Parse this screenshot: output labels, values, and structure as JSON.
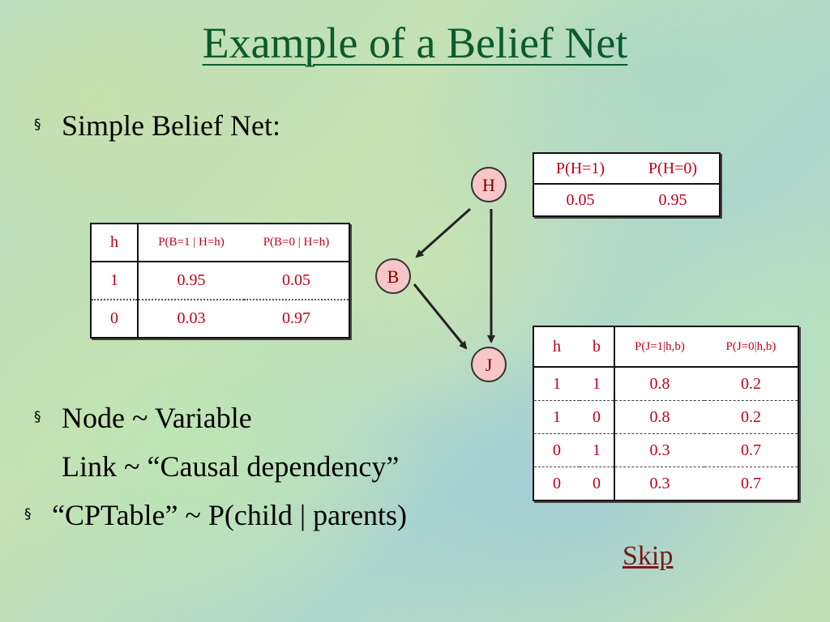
{
  "title": "Example of a Belief Net",
  "bullets": {
    "b1": "Simple Belief Net:",
    "b2_line1": "Node ~ Variable",
    "b2_line2": "Link ~ “Causal dependency”",
    "b3": "“CPTable” ~ P(child | parents)",
    "marker": "§"
  },
  "skip": "Skip",
  "nodes": {
    "h": "H",
    "b": "B",
    "j": "J"
  },
  "table_h": {
    "headers": [
      "P(H=1)",
      "P(H=0)"
    ],
    "row": [
      "0.05",
      "0.95"
    ]
  },
  "table_b": {
    "headers": [
      "h",
      "P(B=1 | H=h)",
      "P(B=0 | H=h)"
    ],
    "rows": [
      [
        "1",
        "0.95",
        "0.05"
      ],
      [
        "0",
        "0.03",
        "0.97"
      ]
    ]
  },
  "table_j": {
    "headers": [
      "h",
      "b",
      "P(J=1|h,b)",
      "P(J=0|h,b)"
    ],
    "rows": [
      [
        "1",
        "1",
        "0.8",
        "0.2"
      ],
      [
        "1",
        "0",
        "0.8",
        "0.2"
      ],
      [
        "0",
        "1",
        "0.3",
        "0.7"
      ],
      [
        "0",
        "0",
        "0.3",
        "0.7"
      ]
    ]
  },
  "colors": {
    "title": "#0b5a2c",
    "table_text": "#c0001a",
    "node_fill": "#f7c6c6",
    "skip": "#7a1a1a"
  }
}
